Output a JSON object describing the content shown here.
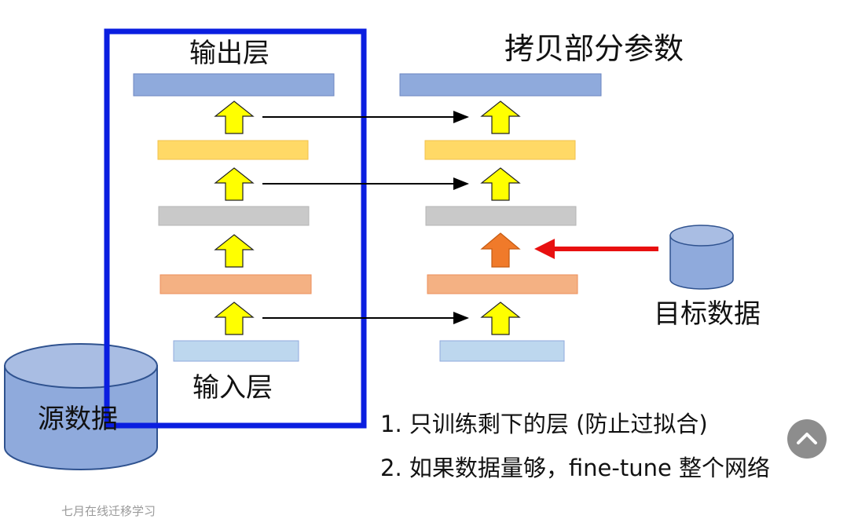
{
  "source_model": {
    "title": "输出层",
    "input_label": "输入层"
  },
  "target_model": {
    "title": "拷贝部分参数"
  },
  "source_data": {
    "label": "源数据"
  },
  "target_data": {
    "label": "目标数据"
  },
  "notes": [
    "1. 只训练剩下的层 (防止过拟合)",
    "2. 如果数据量够，fine-tune 整个网络"
  ],
  "watermark": "七月在线迁移学习",
  "colors": {
    "frame": "#0a1ee0",
    "layer_top": "#8faadc",
    "layer_yellow": "#ffd966",
    "layer_gray": "#c9c9c9",
    "layer_orange": "#f4b183",
    "layer_bottom": "#bdd7ee",
    "arrow_yellow": "#ffff00",
    "arrow_orange": "#f07a2a",
    "red_arrow": "#e81010",
    "cylinder": "#8faadc"
  },
  "icons": {
    "scroll_top": "chevron-up-icon"
  }
}
